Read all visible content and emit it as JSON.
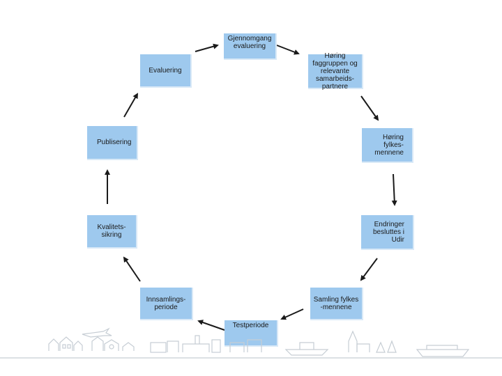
{
  "colors": {
    "box": "#9ec9ee",
    "box_edge": "#d9e9f7",
    "arrow": "#1a1a1a",
    "skyline": "#c6cdd4"
  },
  "nodes": {
    "gjennomgang": "Gjennomgang\nevaluering",
    "horing_faggruppen": "Høring\nfaggruppen og\nrelevante\nsamarbeids-\npartnere",
    "horing_fylkes": "Høring fylkes-\nmennene",
    "endringer": "Endringer\nbesluttes i Udir",
    "samling": "Samling fylkes\n-mennene",
    "testperiode": "Testperiode",
    "innsamling": "Innsamlings-\nperiode",
    "kvalitetssikring": "Kvalitets-\nsikring",
    "publisering": "Publisering",
    "evaluering": "Evaluering"
  }
}
